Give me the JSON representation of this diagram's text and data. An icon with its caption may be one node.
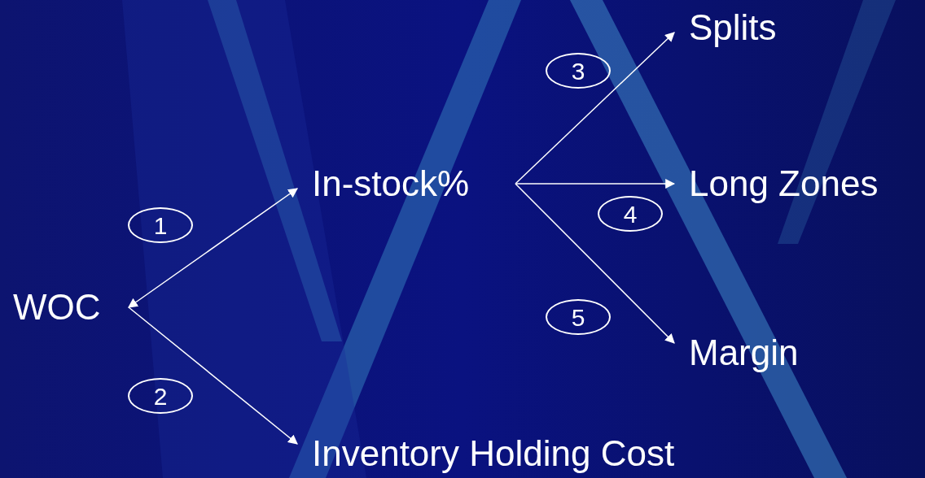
{
  "diagram": {
    "nodes": [
      {
        "text": [
          "WOC"
        ]
      },
      {
        "text": [
          "In-stock%"
        ]
      },
      {
        "text": [
          "Inventory Holding Cost"
        ]
      },
      {
        "text": [
          "Splits"
        ]
      },
      {
        "text": [
          "Long Zones"
        ]
      },
      {
        "text": [
          "Margin"
        ]
      },
      {
        "text": [
          "1"
        ]
      },
      {
        "text": [
          "2"
        ]
      },
      {
        "text": [
          "3"
        ]
      },
      {
        "text": [
          "4"
        ]
      },
      {
        "text": [
          "5"
        ]
      }
    ],
    "edges": [
      {
        "from": 0,
        "to": 1,
        "arrow": "both"
      },
      {
        "from": 0,
        "to": 2,
        "arrow": "to"
      },
      {
        "from": 1,
        "to": 3,
        "arrow": "to"
      },
      {
        "from": 1,
        "to": 4,
        "arrow": "to"
      },
      {
        "from": 1,
        "to": 5,
        "arrow": "to"
      }
    ]
  }
}
